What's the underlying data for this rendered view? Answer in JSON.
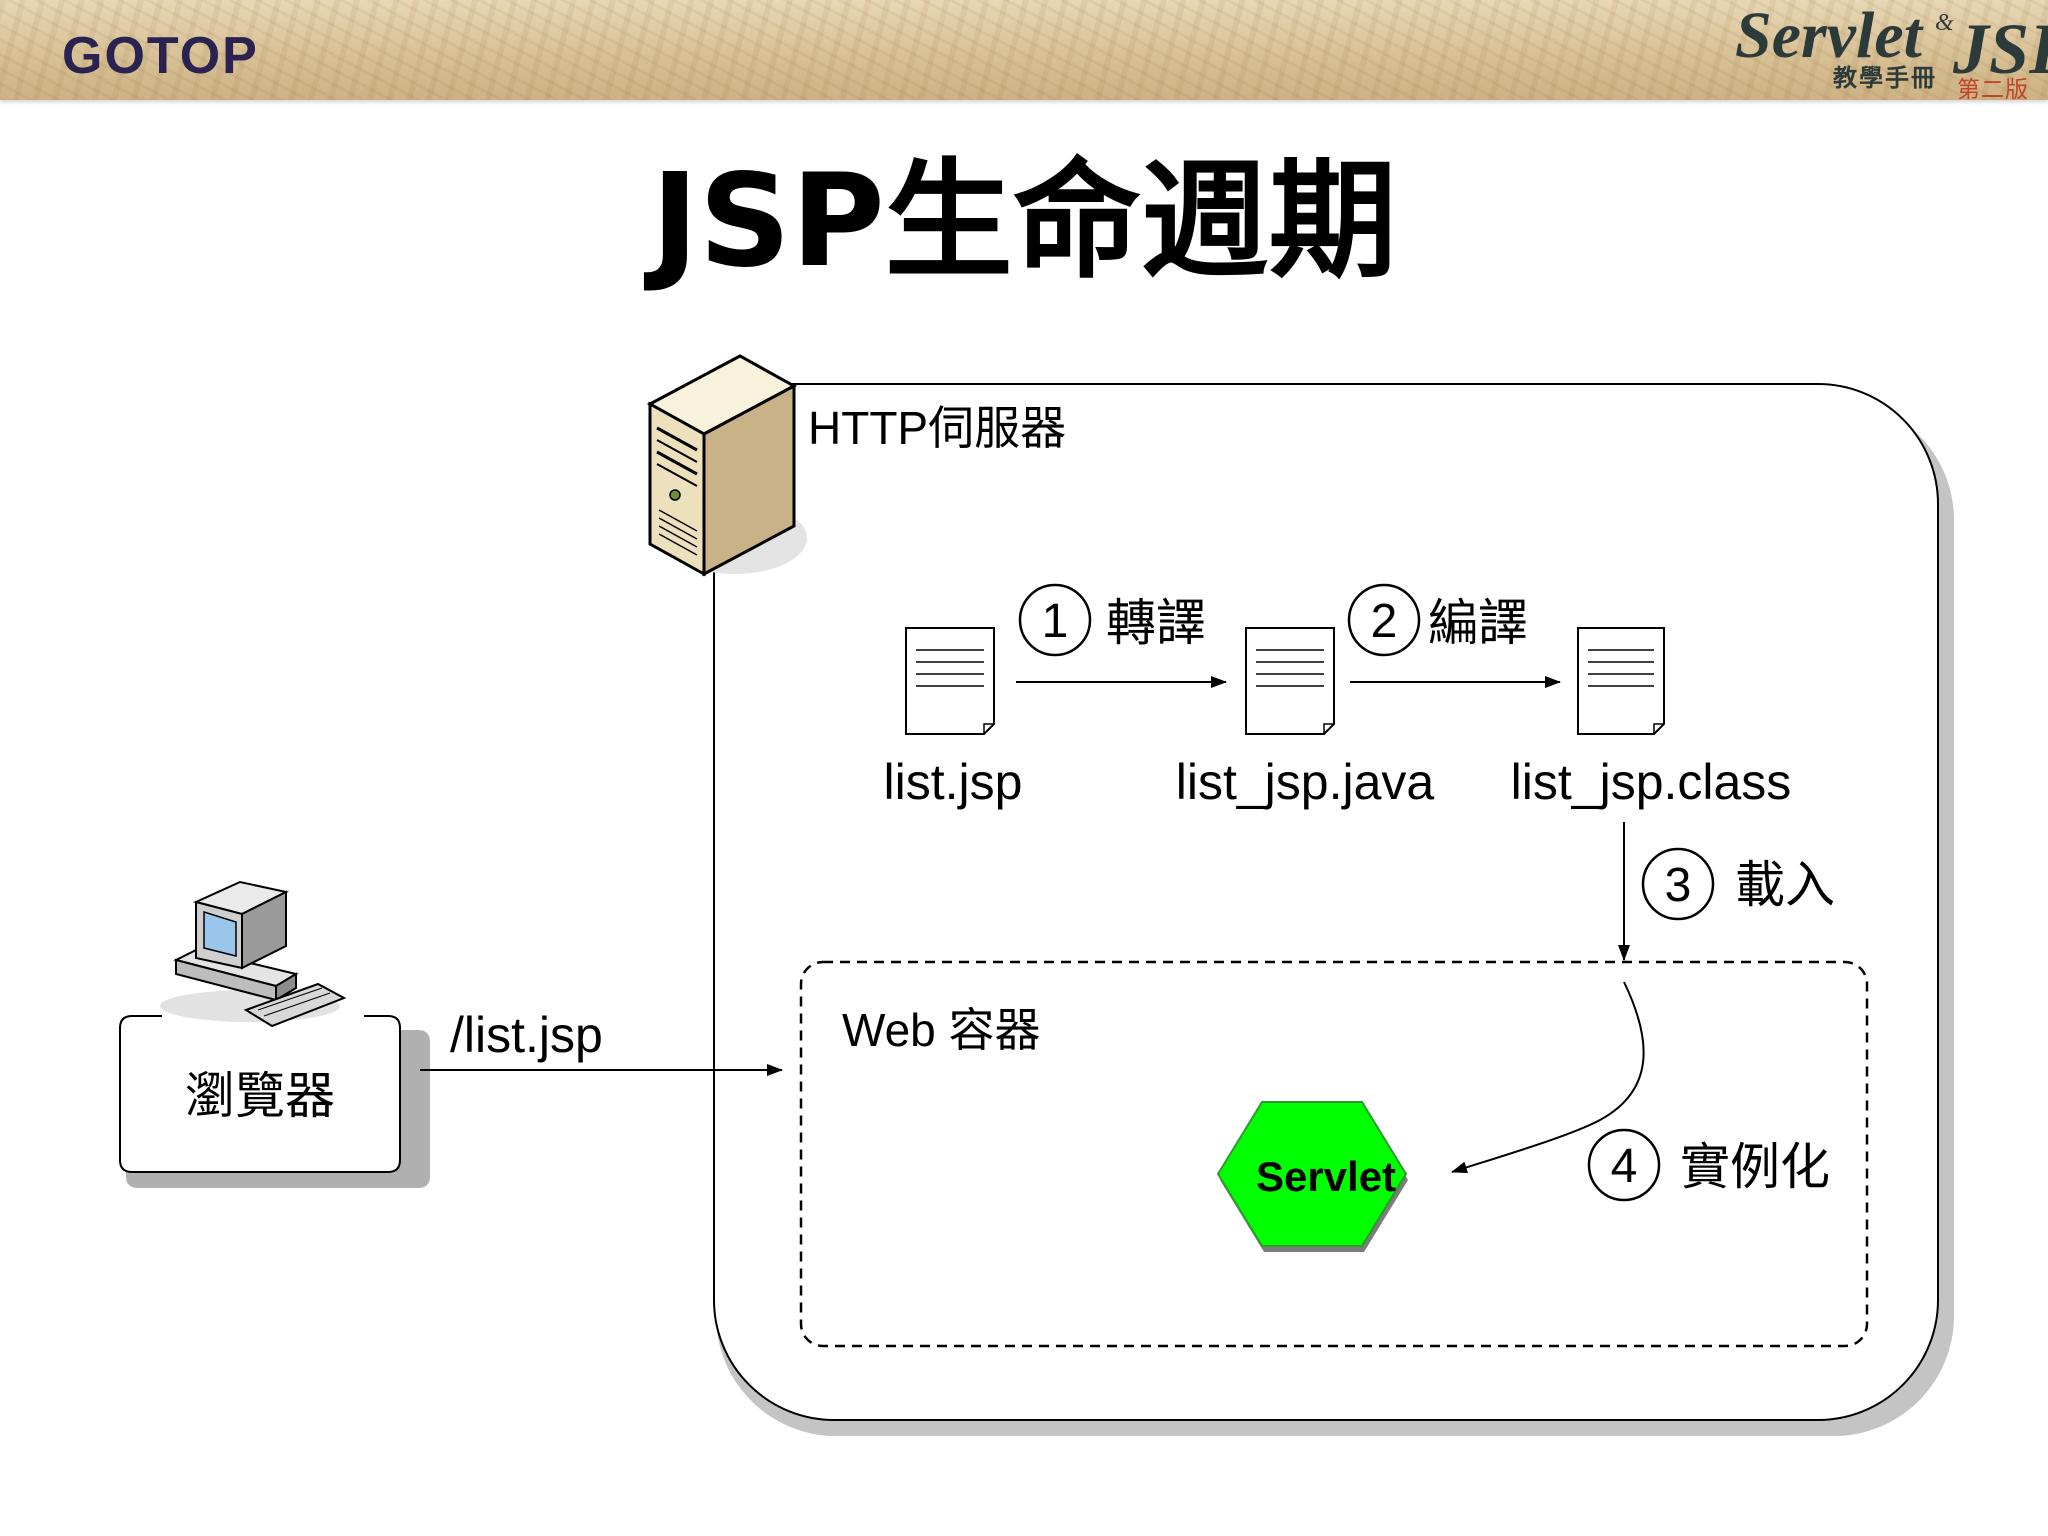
{
  "header": {
    "publisher_logo": "GOTOP",
    "book_logo": {
      "word1": "Servlet",
      "amp": "&",
      "word2": "JSP",
      "subtitle": "教學手冊",
      "edition": "第二版"
    }
  },
  "slide": {
    "title": "JSP生命週期"
  },
  "diagram": {
    "server_label": "HTTP伺服器",
    "browser_label": "瀏覽器",
    "request_path": "/list.jsp",
    "container_label": "Web 容器",
    "files": [
      {
        "name": "list.jsp"
      },
      {
        "name": "list_jsp.java"
      },
      {
        "name": "list_jsp.class"
      }
    ],
    "steps": [
      {
        "number": "1",
        "label": "轉譯"
      },
      {
        "number": "2",
        "label": "編譯"
      },
      {
        "number": "3",
        "label": "載入"
      },
      {
        "number": "4",
        "label": "實例化"
      }
    ],
    "servlet_label": "Servlet",
    "colors": {
      "servlet_fill": "#00ff00",
      "servlet_stroke": "#2f9a2f",
      "box_shadow": "#c4c4c4",
      "line": "#000000",
      "server_body": "#ece0bd"
    },
    "icons": [
      "server-icon",
      "computer-icon",
      "document-icon"
    ]
  }
}
